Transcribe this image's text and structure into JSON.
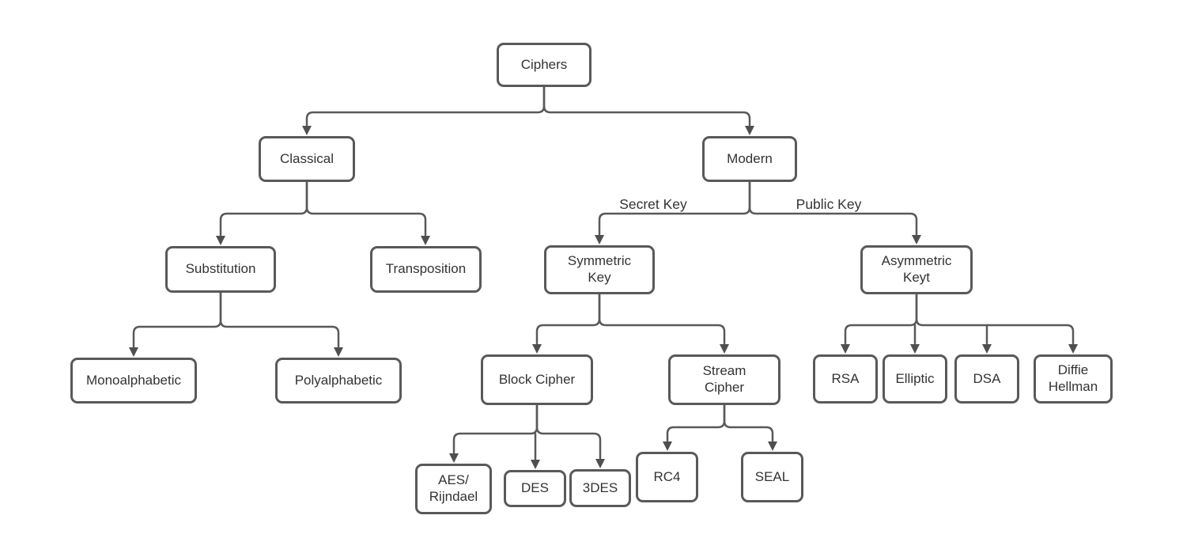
{
  "diagram": {
    "type": "tree-flowchart",
    "root": "Ciphers"
  },
  "colors": {
    "canvas": "#ffffff",
    "border": "#595959",
    "line": "#595959",
    "arrow": "#4f4f4f",
    "text": "#333333"
  },
  "nodes": {
    "ciphers": {
      "label": "Ciphers"
    },
    "classical": {
      "label": "Classical"
    },
    "modern": {
      "label": "Modern"
    },
    "substitution": {
      "label": "Substitution"
    },
    "transposition": {
      "label": "Transposition"
    },
    "symmetric_key": {
      "label": "Symmetric\nKey"
    },
    "asymmetric_keyt": {
      "label": "Asymmetric\nKeyt"
    },
    "monoalphabetic": {
      "label": "Monoalphabetic"
    },
    "polyalphabetic": {
      "label": "Polyalphabetic"
    },
    "block_cipher": {
      "label": "Block Cipher"
    },
    "stream_cipher": {
      "label": "Stream\nCipher"
    },
    "rsa": {
      "label": "RSA"
    },
    "elliptic": {
      "label": "Elliptic"
    },
    "dsa": {
      "label": "DSA"
    },
    "diffie_hellman": {
      "label": "Diffie\nHellman"
    },
    "aes_rijndael": {
      "label": "AES/\nRijndael"
    },
    "des": {
      "label": "DES"
    },
    "triple_des": {
      "label": "3DES"
    },
    "rc4": {
      "label": "RC4"
    },
    "seal": {
      "label": "SEAL"
    }
  },
  "edge_labels": {
    "secret_key": "Secret Key",
    "public_key": "Public Key"
  }
}
